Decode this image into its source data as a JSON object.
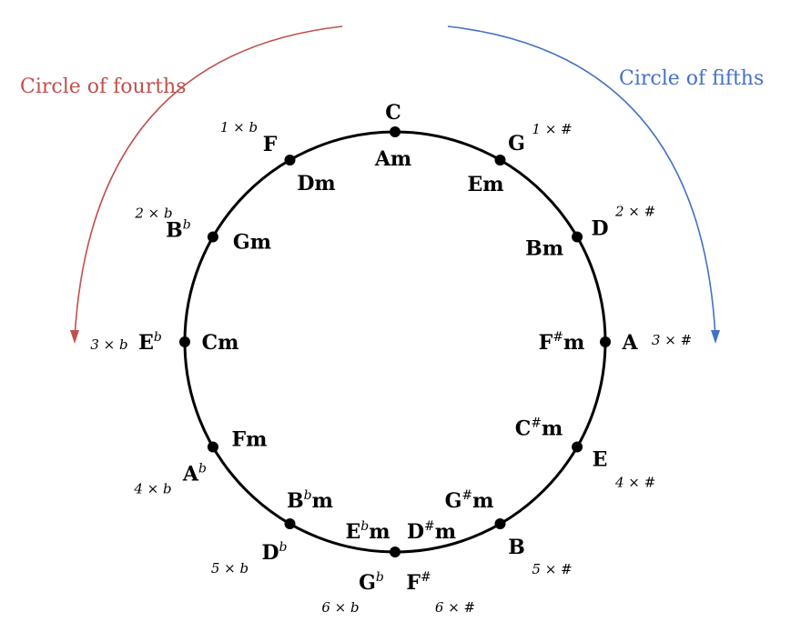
{
  "arcs": {
    "fourths": {
      "label": "Circle of fourths",
      "color": "#c0504d"
    },
    "fifths": {
      "label": "Circle of fifths",
      "color": "#4472c4"
    }
  },
  "circle_color": "#000000",
  "keys": [
    {
      "major": "C",
      "major_acc": "",
      "minor": "Am",
      "minor_acc": "",
      "minor_suffix": "",
      "count": ""
    },
    {
      "major": "G",
      "major_acc": "",
      "minor": "Em",
      "minor_acc": "",
      "minor_suffix": "",
      "count": "1 × #"
    },
    {
      "major": "D",
      "major_acc": "",
      "minor": "Bm",
      "minor_acc": "",
      "minor_suffix": "",
      "count": "2 × #"
    },
    {
      "major": "A",
      "major_acc": "",
      "minor": "F",
      "minor_acc": "#",
      "minor_suffix": "m",
      "count": "3 × #"
    },
    {
      "major": "E",
      "major_acc": "",
      "minor": "C",
      "minor_acc": "#",
      "minor_suffix": "m",
      "count": "4 × #"
    },
    {
      "major": "B",
      "major_acc": "",
      "minor": "G",
      "minor_acc": "#",
      "minor_suffix": "m",
      "count": "5 × #"
    },
    {
      "major": "F",
      "major_acc": "#",
      "minor": "D",
      "minor_acc": "#",
      "minor_suffix": "m",
      "count": "6 × #"
    },
    {
      "major": "G",
      "major_acc": "b",
      "minor": "E",
      "minor_acc": "b",
      "minor_suffix": "m",
      "count": "6 × b"
    },
    {
      "major": "D",
      "major_acc": "b",
      "minor": "B",
      "minor_acc": "b",
      "minor_suffix": "m",
      "count": "5 × b"
    },
    {
      "major": "A",
      "major_acc": "b",
      "minor": "Fm",
      "minor_acc": "",
      "minor_suffix": "",
      "count": "4 × b"
    },
    {
      "major": "E",
      "major_acc": "b",
      "minor": "Cm",
      "minor_acc": "",
      "minor_suffix": "",
      "count": "3 × b"
    },
    {
      "major": "B",
      "major_acc": "b",
      "minor": "Gm",
      "minor_acc": "",
      "minor_suffix": "",
      "count": "2 × b"
    },
    {
      "major": "F",
      "major_acc": "",
      "minor": "Dm",
      "minor_acc": "",
      "minor_suffix": "",
      "count": "1 × b"
    }
  ]
}
